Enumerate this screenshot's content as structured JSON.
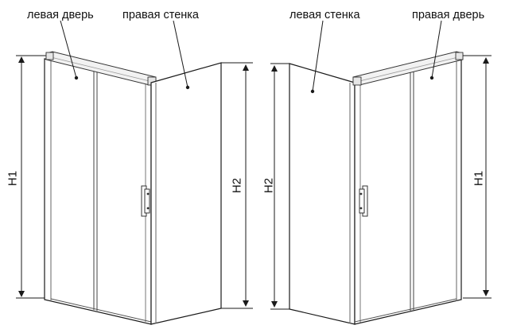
{
  "diagram": {
    "left_variant": {
      "label_door": "левая дверь",
      "label_wall": "правая стенка",
      "dim_door_height": "H1",
      "dim_wall_height": "H2"
    },
    "right_variant": {
      "label_wall": "левая стенка",
      "label_door": "правая дверь",
      "dim_wall_height": "H2",
      "dim_door_height": "H1"
    },
    "colors": {
      "line": "#1a1a1a",
      "frame": "#8c8c8c",
      "background": "#ffffff"
    }
  }
}
